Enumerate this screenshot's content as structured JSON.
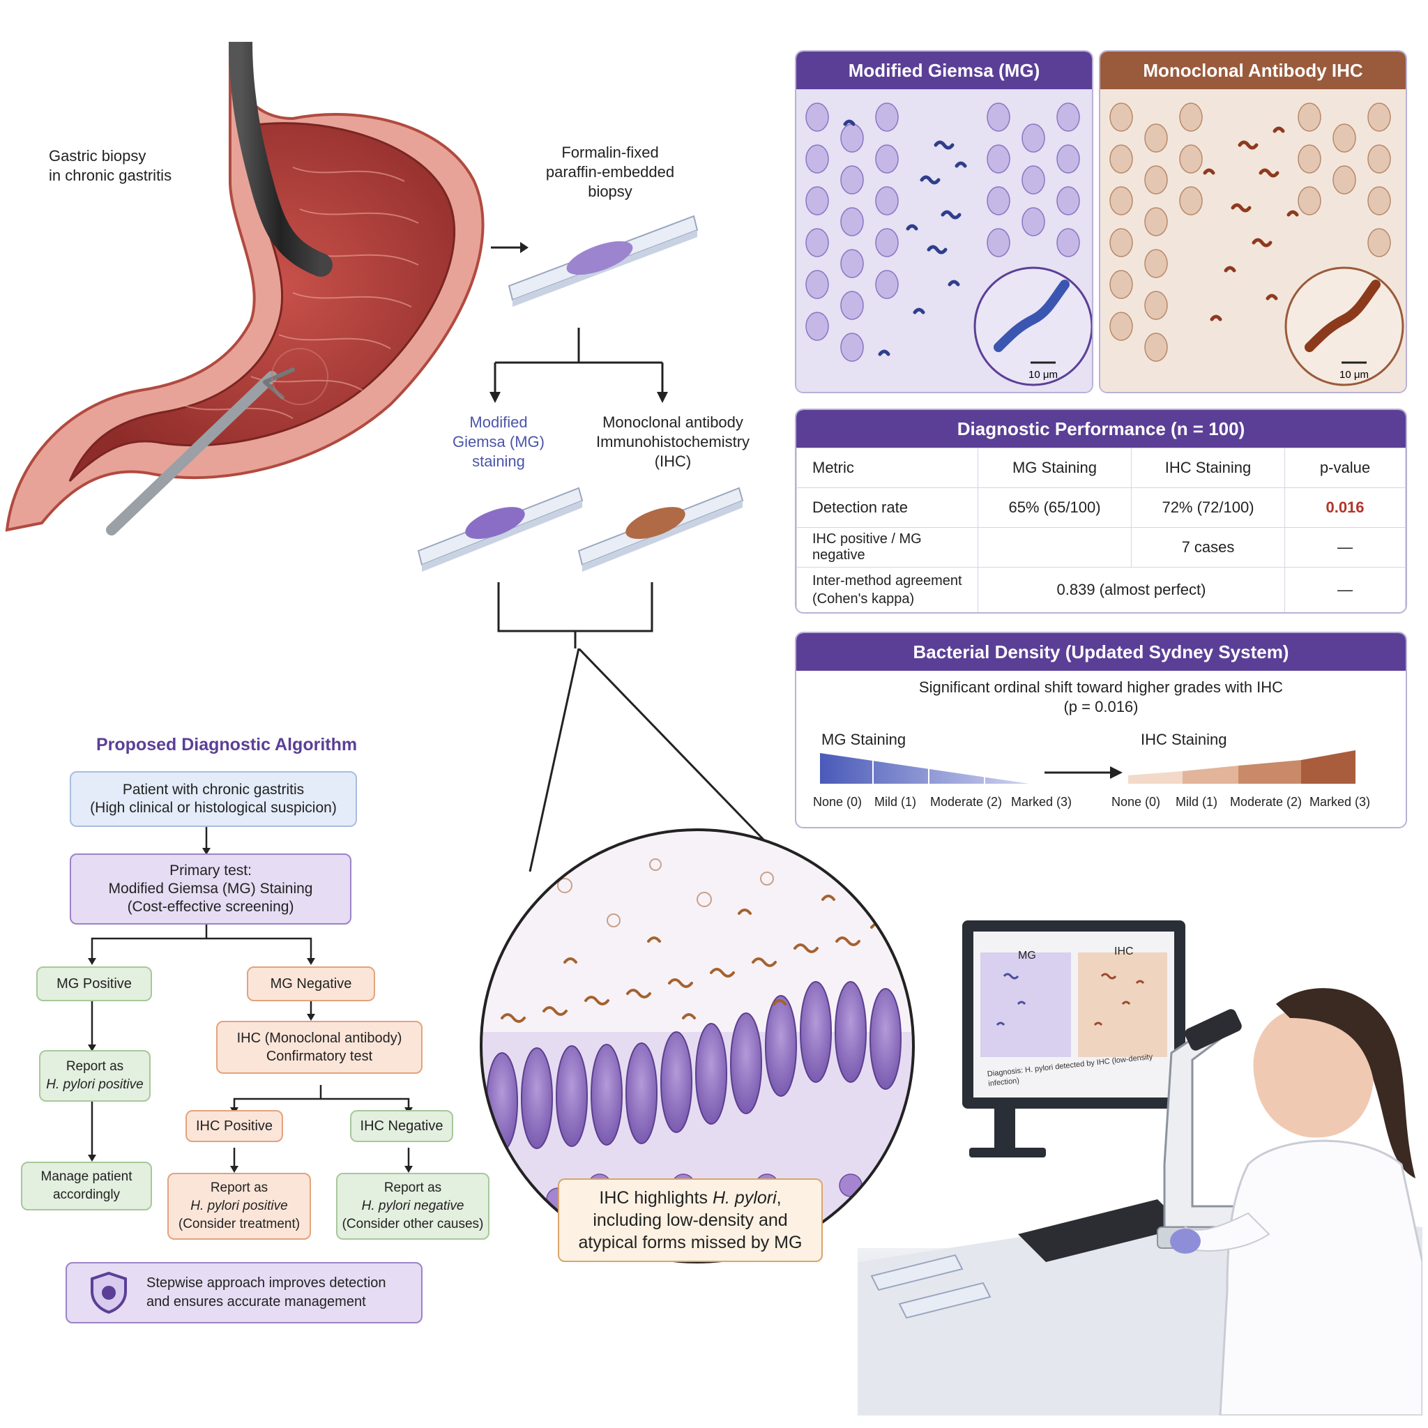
{
  "illustration": {
    "biopsy_label": [
      "Gastric biopsy",
      "in chronic gastritis"
    ],
    "ffpe_label": [
      "Formalin-fixed",
      "paraffin-embedded",
      "biopsy"
    ],
    "mg_label": [
      "Modified",
      "Giemsa (MG)",
      "staining"
    ],
    "ihc_label": [
      "Monoclonal antibody",
      "Immunohistochemistry",
      "(IHC)"
    ],
    "callout": [
      "IHC highlights ",
      "H. pylori",
      ",",
      "including low-density and",
      "atypical forms missed by MG"
    ],
    "monitor": {
      "mg": "MG",
      "ihc": "IHC",
      "diagnosis": "Diagnosis: H. pylori detected by IHC (low-density infection)"
    }
  },
  "micrographs": {
    "mg_title": "Modified Giemsa (MG)",
    "ihc_title": "Monoclonal Antibody IHC",
    "scale": "10 μm"
  },
  "performance": {
    "title": "Diagnostic Performance (n = 100)",
    "headers": [
      "Metric",
      "MG Staining",
      "IHC Staining",
      "p-value"
    ],
    "rows": [
      {
        "metric": "Detection rate",
        "mg": "65% (65/100)",
        "ihc": "72% (72/100)",
        "p": "0.016"
      },
      {
        "metric": "IHC positive / MG negative",
        "mg": "",
        "ihc": "7 cases",
        "p": "—"
      },
      {
        "metric": "Inter-method agreement (Cohen's kappa)",
        "combined": "0.839 (almost perfect)",
        "p": "—"
      }
    ]
  },
  "density": {
    "title": "Bacterial Density (Updated Sydney System)",
    "subtitle": [
      "Significant ordinal shift toward higher grades with IHC",
      "(p = 0.016)"
    ],
    "mg_label": "MG Staining",
    "ihc_label": "IHC Staining",
    "grades": [
      "None (0)",
      "Mild (1)",
      "Moderate (2)",
      "Marked (3)"
    ]
  },
  "algorithm": {
    "title": "Proposed Diagnostic Algorithm",
    "start": [
      "Patient with chronic gastritis",
      "(High clinical or histological suspicion)"
    ],
    "primary": [
      "Primary test:",
      "Modified Giemsa (MG) Staining",
      "(Cost-effective screening)"
    ],
    "mg_pos": "MG Positive",
    "mg_neg": "MG Negative",
    "report_pos": [
      "Report as",
      "H. pylori positive"
    ],
    "manage": [
      "Manage patient",
      "accordingly"
    ],
    "ihc_confirm": [
      "IHC (Monoclonal antibody)",
      "Confirmatory test"
    ],
    "ihc_pos": "IHC Positive",
    "ihc_neg": "IHC Negative",
    "report_ihc_pos": [
      "Report as",
      "H. pylori positive",
      "(Consider treatment)"
    ],
    "report_ihc_neg": [
      "Report as",
      "H. pylori negative",
      "(Consider other causes)"
    ],
    "footer": [
      "Stepwise approach improves detection",
      "and ensures accurate management"
    ]
  },
  "colors": {
    "purple": "#5b3f96",
    "brown": "#9a5a3c",
    "pvalue": "#b2342a"
  }
}
